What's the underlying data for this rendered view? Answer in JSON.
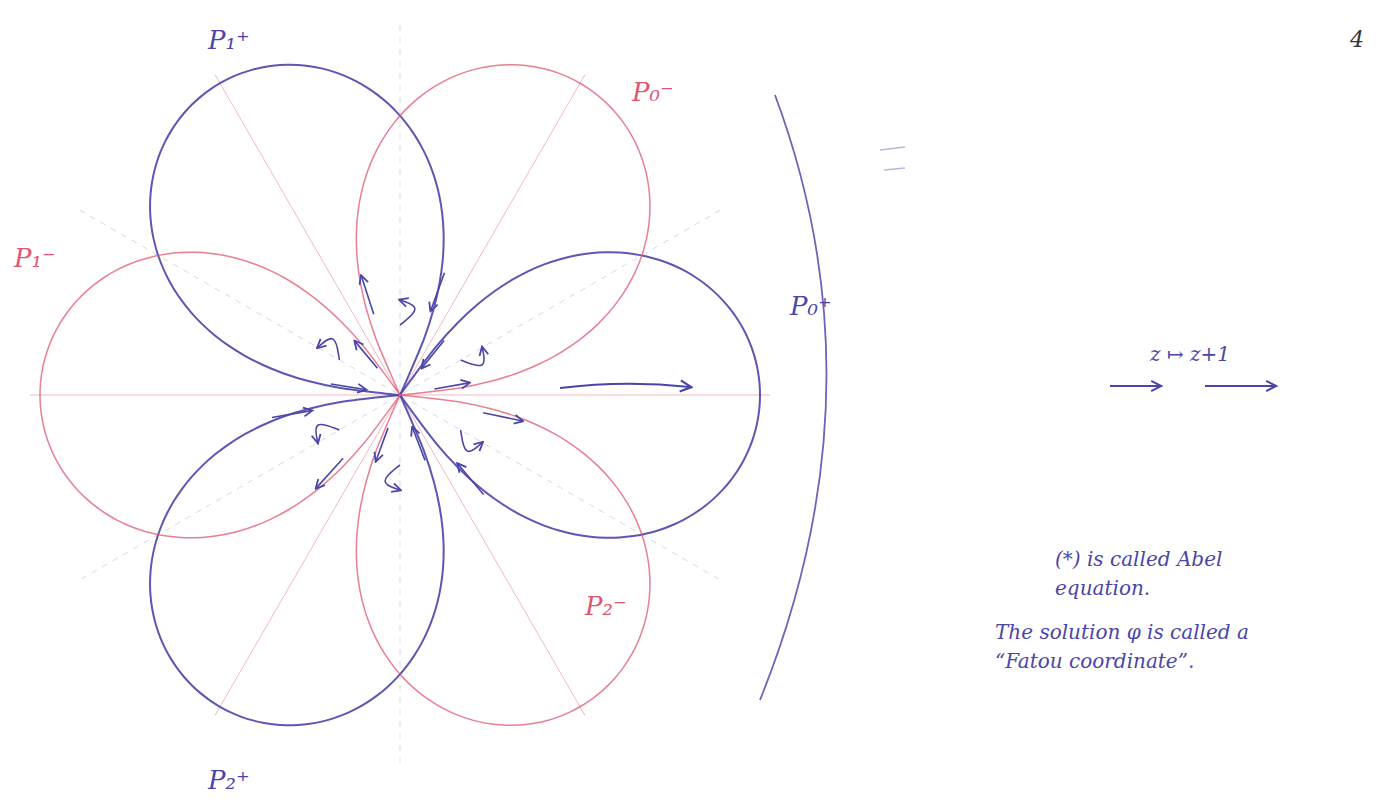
{
  "diagram": {
    "labels": [
      "P₁⁺",
      "P₀⁻",
      "P₀⁺",
      "P₁⁻",
      "P₂⁻",
      "P₂⁺",
      "z ↦ z+1",
      "(*) is called Abel equation.",
      "The solution φ is called a “Fatou coordinate”.",
      "4"
    ]
  }
}
